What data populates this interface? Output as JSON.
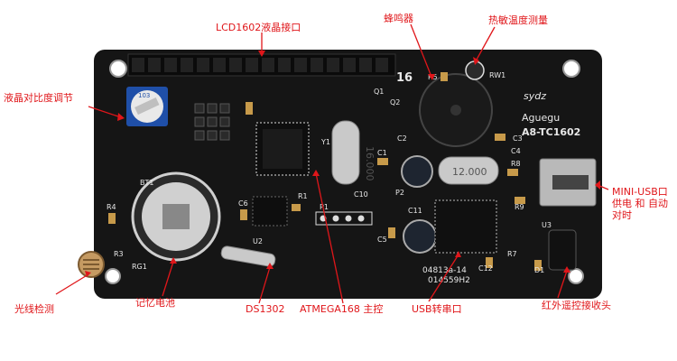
{
  "colors": {
    "background": "#ffffff",
    "pcb": "#151515",
    "annotation": "#e0161a",
    "silkscreen": "#e8e8e8",
    "header": "#111111",
    "buzzer": "#1a1a1a",
    "crystal": "#c9c9c9",
    "coin_cell": "#d0d0d0"
  },
  "annotations": {
    "lcd_interface": "LCD1602液晶接口",
    "buzzer": "蜂鸣器",
    "thermistor": "热敏温度测量",
    "contrast": "液晶对比度调节",
    "mini_usb": "MINI-USB口",
    "mini_usb_desc": "供电 和 自动对时",
    "light_sensor": "光线检测",
    "memory_battery": "记忆电池",
    "ds1302": "DS1302",
    "atmega": "ATMEGA168 主控",
    "usb_serial": "USB转串口",
    "ir_receiver": "红外遥控接收头"
  },
  "silkscreen": {
    "brand_script": "sydz",
    "brand": "Aguegu",
    "model": "A8-TC1602",
    "crystal_main": "16.000",
    "crystal_usb": "12.000",
    "date_code": "04813a-14",
    "serial": "014559H2",
    "header_num": "16",
    "pot_code": "103",
    "refs": {
      "r5": "R5",
      "rw1": "RW1",
      "q1": "Q1",
      "q2": "Q2",
      "c2": "C2",
      "y1": "Y1",
      "c1": "C1",
      "c3": "C3",
      "bt1": "BT1",
      "c6": "C6",
      "r1": "R1",
      "r4": "R4",
      "p1": "P1",
      "c10": "C10",
      "c11": "C11",
      "c5": "C5",
      "r8": "R8",
      "r9": "R9",
      "r3": "R3",
      "u2": "U2",
      "rg1": "RG1",
      "u3": "U3",
      "r7": "R7",
      "d1": "D1",
      "c4": "C4",
      "p2": "P2",
      "c12": "C12"
    }
  }
}
